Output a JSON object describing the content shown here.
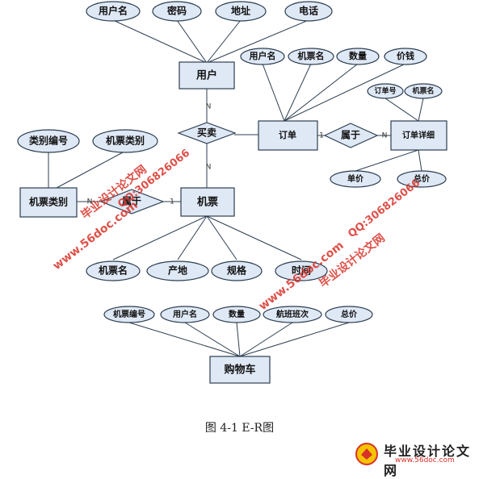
{
  "entities": {
    "user": "用户",
    "order": "订单",
    "order_detail": "订单详细",
    "ticket_category": "机票类别",
    "ticket": "机票",
    "cart": "购物车"
  },
  "relations": {
    "buy_sell": "买卖",
    "belongs_order": "属于",
    "belongs_ticket": "属于"
  },
  "attributes": {
    "user": [
      "用户名",
      "密码",
      "地址",
      "电话"
    ],
    "order": [
      "用户名",
      "机票名",
      "数量",
      "价钱"
    ],
    "order_detail_top": [
      "订单号",
      "机票名"
    ],
    "order_detail_bottom": [
      "单价",
      "总价"
    ],
    "category": [
      "类别编号",
      "机票类别"
    ],
    "ticket": [
      "机票名",
      "产地",
      "规格",
      "时间"
    ],
    "cart": [
      "机票编号",
      "用户名",
      "数量",
      "航班班次",
      "总价"
    ]
  },
  "cardinalities": {
    "user_buy": "N",
    "buy_ticket": "N",
    "order_rel": "1",
    "rel_detail": "N",
    "cat_rel": "N",
    "rel_ticket": "1"
  },
  "caption": "图 4-1 E-R图",
  "watermarks": {
    "site": "www.56doc.com",
    "qq": "QQ:306826066",
    "brand": "毕业设计论文网"
  },
  "logo": {
    "name": "毕业设计论文网",
    "url": "www.56doc.com"
  }
}
